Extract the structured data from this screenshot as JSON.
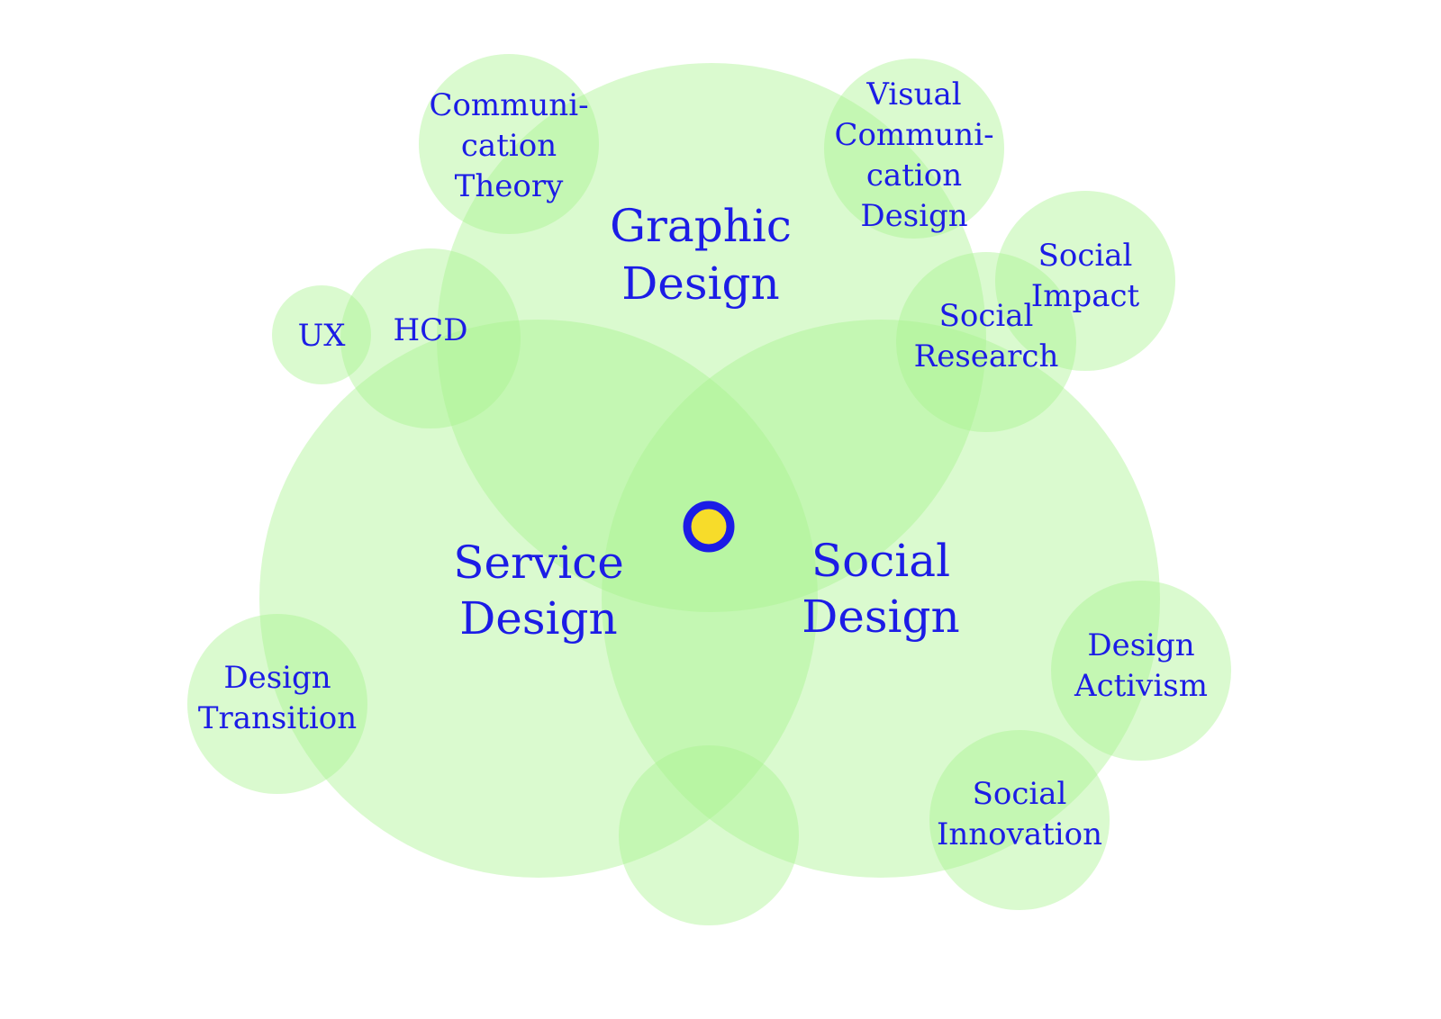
{
  "colors": {
    "circle_fill": "#a6f28c",
    "text": "#1c1ce6",
    "center_ring": "#1c1ce6",
    "center_dot": "#f7dc2a",
    "background": "#ffffff"
  },
  "major": [
    {
      "id": "graphic-design",
      "lines": [
        "Graphic",
        "Design"
      ]
    },
    {
      "id": "service-design",
      "lines": [
        "Service",
        "Design"
      ]
    },
    {
      "id": "social-design",
      "lines": [
        "Social",
        "Design"
      ]
    }
  ],
  "minor": [
    {
      "id": "communication-theory",
      "lines": [
        "Communi-",
        "cation",
        "Theory"
      ]
    },
    {
      "id": "visual-communication-design",
      "lines": [
        "Visual",
        "Communi-",
        "cation",
        "Design"
      ]
    },
    {
      "id": "social-impact",
      "lines": [
        "Social",
        "Impact"
      ]
    },
    {
      "id": "social-research",
      "lines": [
        "Social",
        "Research"
      ]
    },
    {
      "id": "ux",
      "lines": [
        "UX"
      ]
    },
    {
      "id": "hcd",
      "lines": [
        "HCD"
      ]
    },
    {
      "id": "design-transition",
      "lines": [
        "Design",
        "Transition"
      ]
    },
    {
      "id": "design-activism",
      "lines": [
        "Design",
        "Activism"
      ]
    },
    {
      "id": "social-innovation",
      "lines": [
        "Social",
        "Innovation"
      ]
    },
    {
      "id": "bottom-unlabeled",
      "lines": []
    }
  ]
}
